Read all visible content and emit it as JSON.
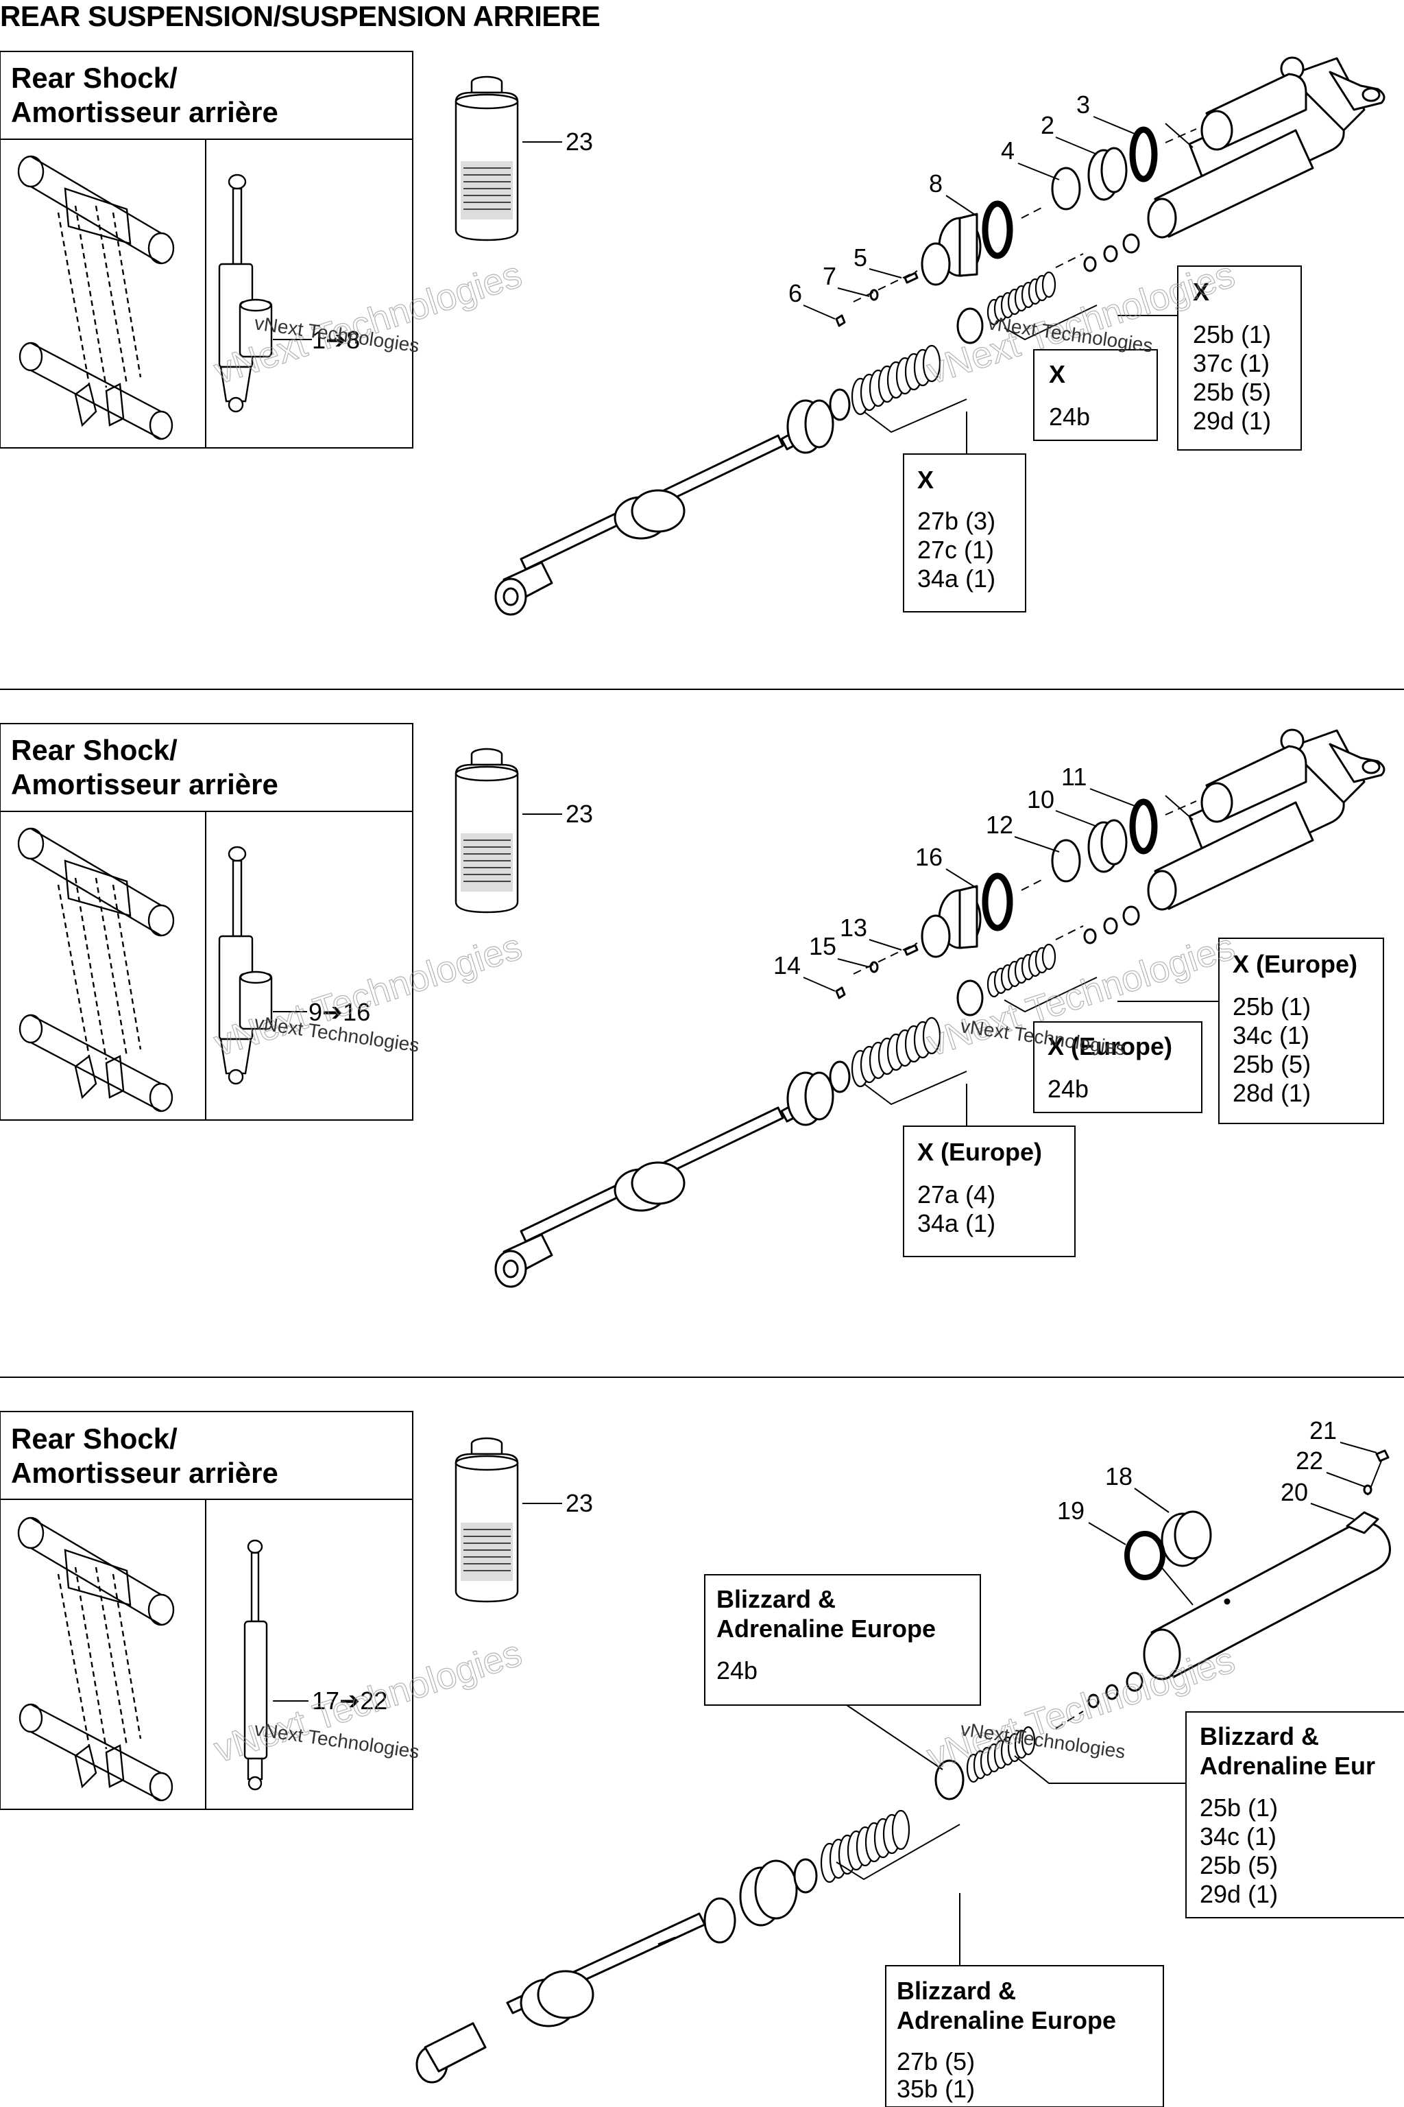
{
  "title": "REAR SUSPENSION/SUSPENSION ARRIERE",
  "watermark": "vNext Technologies",
  "colors": {
    "line": "#000000",
    "background": "#ffffff"
  },
  "panels": [
    {
      "header_line1": "Rear Shock/",
      "header_line2": "Amortisseur arrière",
      "range_label": "1➔8",
      "can_label": "23",
      "callouts": [
        "2",
        "3",
        "4",
        "8",
        "5",
        "7",
        "6"
      ],
      "boxes": [
        {
          "title": "X",
          "lines": [
            "25b (1)",
            "37c (1)",
            "25b (5)",
            "29d (1)"
          ]
        },
        {
          "title": "X",
          "lines": [
            "24b"
          ]
        },
        {
          "title": "X",
          "lines": [
            "27b (3)",
            "27c (1)",
            "34a (1)"
          ]
        }
      ]
    },
    {
      "header_line1": "Rear Shock/",
      "header_line2": "Amortisseur arrière",
      "range_label": "9➔16",
      "can_label": "23",
      "callouts": [
        "11",
        "10",
        "12",
        "16",
        "13",
        "15",
        "14"
      ],
      "boxes": [
        {
          "title": "X (Europe)",
          "lines": [
            "25b (1)",
            "34c (1)",
            "25b (5)",
            "28d (1)"
          ]
        },
        {
          "title": "X (Europe)",
          "lines": [
            "24b"
          ]
        },
        {
          "title": "X (Europe)",
          "lines": [
            "27a (4)",
            "34a (1)"
          ]
        }
      ]
    },
    {
      "header_line1": "Rear Shock/",
      "header_line2": "Amortisseur arrière",
      "range_label": "17➔22",
      "can_label": "23",
      "callouts": [
        "21",
        "22",
        "20",
        "18",
        "19"
      ],
      "boxes": [
        {
          "title_line1": "Blizzard &",
          "title_line2": "Adrenaline Europe",
          "lines": [
            "24b"
          ]
        },
        {
          "title_line1": "Blizzard &",
          "title_line2": "Adrenaline Eur",
          "lines": [
            "25b (1)",
            "34c (1)",
            "25b (5)",
            "29d (1)"
          ]
        },
        {
          "title_line1": "Blizzard &",
          "title_line2": "Adrenaline Europe",
          "lines": [
            "27b (5)",
            "35b (1)"
          ]
        }
      ]
    }
  ]
}
